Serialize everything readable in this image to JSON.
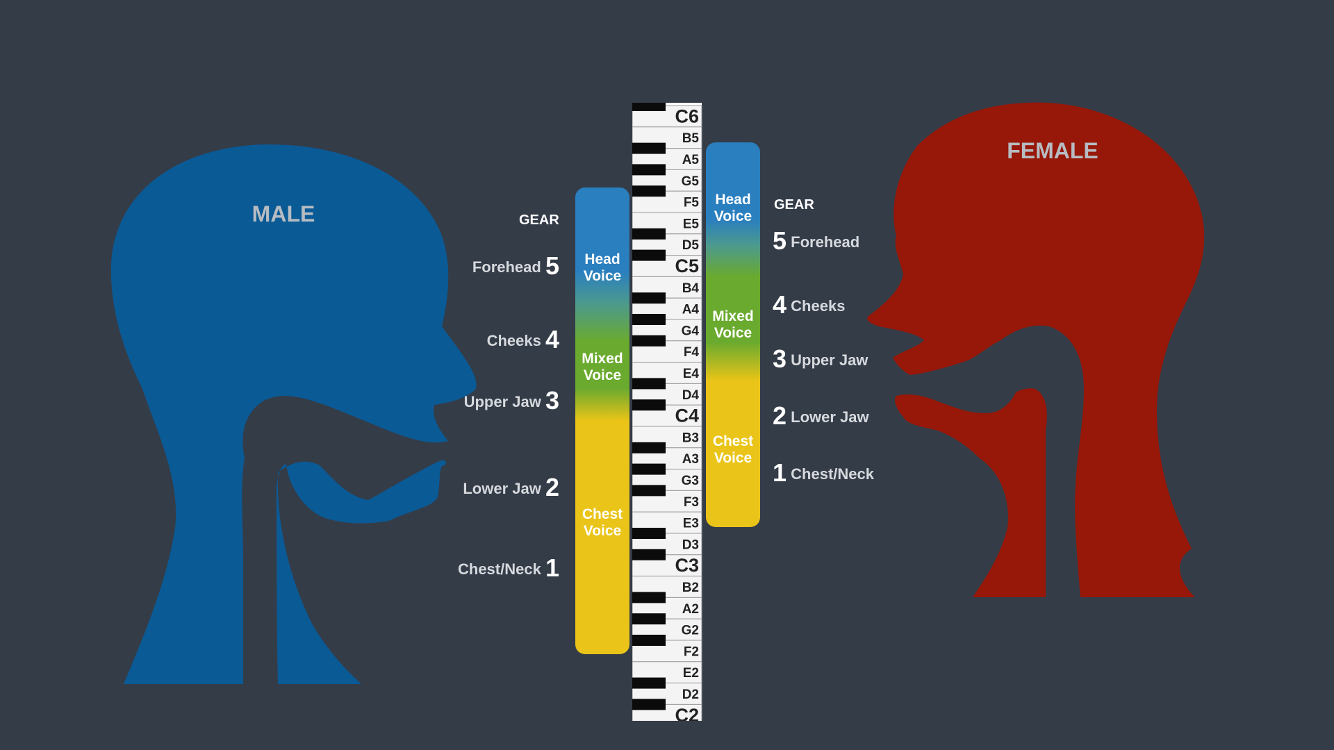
{
  "male": {
    "title": "MALE",
    "color": "#0a5a96"
  },
  "female": {
    "title": "FEMALE",
    "color": "#971708"
  },
  "gear_title": "GEAR",
  "gears_left": [
    {
      "num": "5",
      "label": "Forehead"
    },
    {
      "num": "4",
      "label": "Cheeks"
    },
    {
      "num": "3",
      "label": "Upper Jaw"
    },
    {
      "num": "2",
      "label": "Lower Jaw"
    },
    {
      "num": "1",
      "label": "Chest/Neck"
    }
  ],
  "gears_right": [
    {
      "num": "5",
      "label": "Forehead"
    },
    {
      "num": "4",
      "label": "Cheeks"
    },
    {
      "num": "3",
      "label": "Upper Jaw"
    },
    {
      "num": "2",
      "label": "Lower Jaw"
    },
    {
      "num": "1",
      "label": "Chest/Neck"
    }
  ],
  "registers": {
    "head": "Head Voice",
    "mixed": "Mixed Voice",
    "chest": "Chest Voice"
  },
  "colors": {
    "head": "#2a7fbf",
    "mixed": "#6aaa2e",
    "chest": "#eac418",
    "background": "#343c48"
  },
  "piano_notes": [
    "C6",
    "B5",
    "A5",
    "G5",
    "F5",
    "E5",
    "D5",
    "C5",
    "B4",
    "A4",
    "G4",
    "F4",
    "E4",
    "D4",
    "C4",
    "B3",
    "A3",
    "G3",
    "F3",
    "E3",
    "D3",
    "C3",
    "B2",
    "A2",
    "G2",
    "F2",
    "E2",
    "D2",
    "C2"
  ]
}
